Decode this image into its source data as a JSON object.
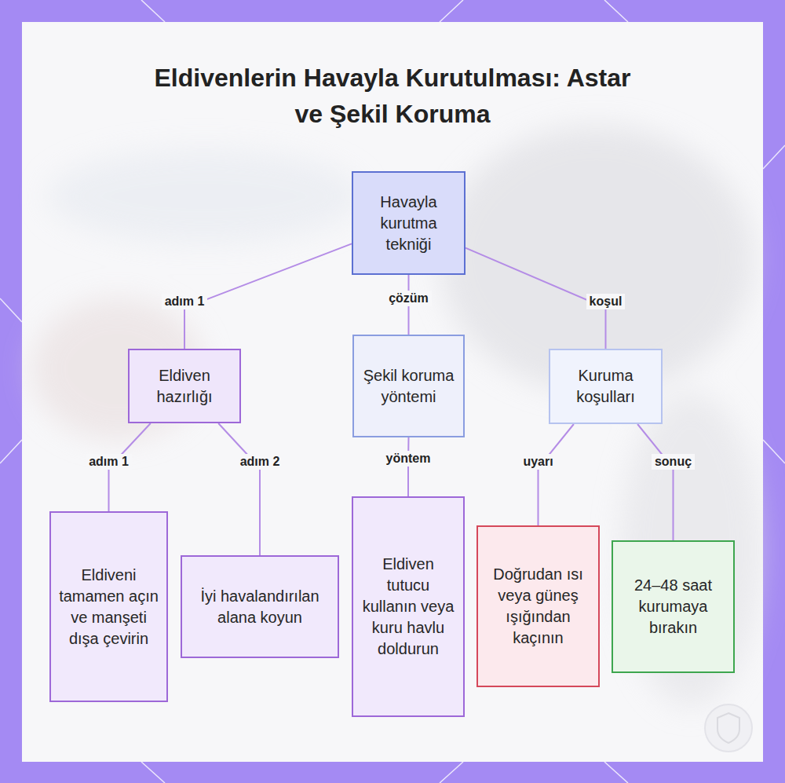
{
  "diagram": {
    "title": "Eldivenlerin Havayla Kurutulması: Astar ve Şekil Koruma",
    "nodes": [
      {
        "text": [
          "Havayla kurutma tekniği"
        ]
      },
      {
        "text": [
          "Eldiven hazırlığı"
        ]
      },
      {
        "text": [
          "Şekil koruma yöntemi"
        ]
      },
      {
        "text": [
          "Kuruma koşulları"
        ]
      },
      {
        "text": [
          "Eldiveni tamamen açın ve manşeti dışa çevirin"
        ]
      },
      {
        "text": [
          "İyi havalandırılan alana koyun"
        ]
      },
      {
        "text": [
          "Eldiven tutucu kullanın veya kuru havlu doldurun"
        ]
      },
      {
        "text": [
          "Doğrudan ısı veya güneş ışığından kaçının"
        ]
      },
      {
        "text": [
          "24–48 saat kurumaya bırakın"
        ]
      }
    ],
    "edges": [
      {
        "from": 0,
        "to": 1,
        "label": "adım 1",
        "arrow": "none"
      },
      {
        "from": 0,
        "to": 2,
        "label": "çözüm",
        "arrow": "none"
      },
      {
        "from": 0,
        "to": 3,
        "label": "koşul",
        "arrow": "none"
      },
      {
        "from": 1,
        "to": 4,
        "label": "adım 1",
        "arrow": "none"
      },
      {
        "from": 1,
        "to": 5,
        "label": "adım 2",
        "arrow": "none"
      },
      {
        "from": 2,
        "to": 6,
        "label": "yöntem",
        "arrow": "none"
      },
      {
        "from": 3,
        "to": 7,
        "label": "uyarı",
        "arrow": "none"
      },
      {
        "from": 3,
        "to": 8,
        "label": "sonuç",
        "arrow": "none"
      }
    ]
  }
}
